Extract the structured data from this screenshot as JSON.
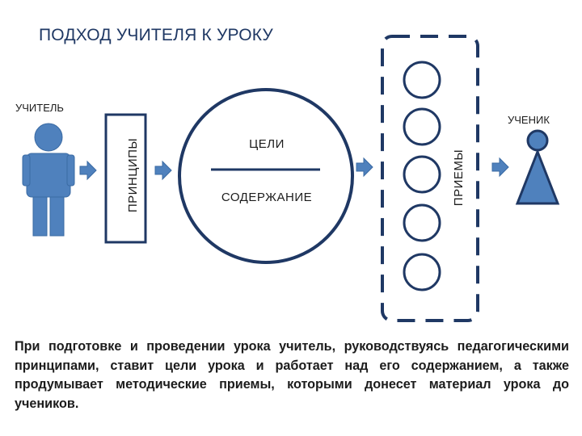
{
  "title": "ПОДХОД УЧИТЕЛЯ К УРОКУ",
  "labels": {
    "teacher": "УЧИТЕЛЬ",
    "student": "УЧЕНИК",
    "principles": "ПРИНЦИПЫ",
    "techniques": "ПРИЕМЫ",
    "goals": "ЦЕЛИ",
    "content": "СОДЕРЖАНИЕ"
  },
  "caption": "При подготовке и проведении урока учитель, руководствуясь педагогическими принципами, ставит цели урока и работает над его содержанием, а также продумывает методические приемы, которыми донесет материал урока до учеников.",
  "colors": {
    "figure_blue": "#4f81bd",
    "outline_navy": "#1f3864",
    "title_blue": "#1f3864"
  }
}
